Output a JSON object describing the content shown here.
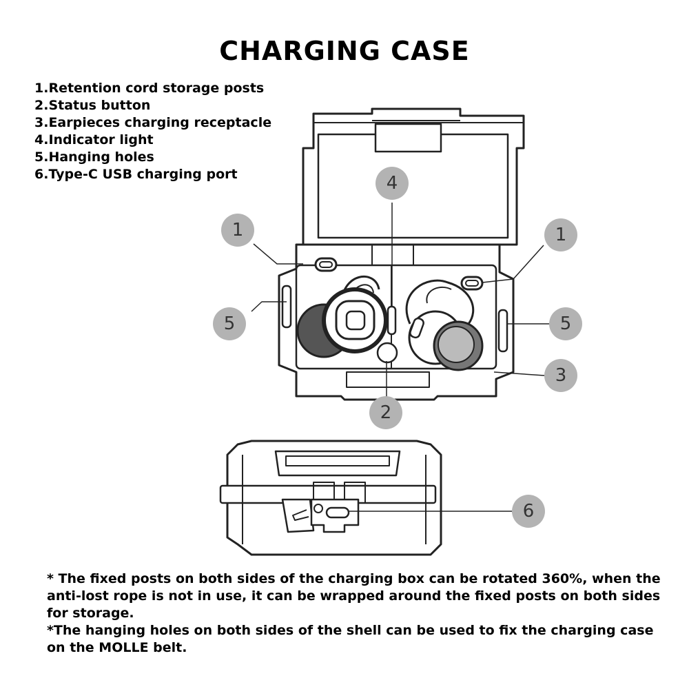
{
  "title": "CHARGING CASE",
  "legend": [
    "1.Retention cord storage posts",
    "2.Status button",
    "3.Earpieces charging receptacle",
    "4.Indicator light",
    "5.Hanging holes",
    "6.Type-C USB charging port"
  ],
  "callouts": [
    "1",
    "1",
    "2",
    "3",
    "4",
    "5",
    "5",
    "6"
  ],
  "notes": [
    "* The fixed posts on both sides of the charging box can be rotated 360%, when the anti-lost rope is not in use, it can be wrapped around the fixed posts on both sides for storage.",
    "*The hanging holes on both sides of the shell can be used to fix the charging case on the MOLLE belt."
  ],
  "colors": {
    "callout_fill": "#b3b3b3",
    "line": "#222222",
    "text": "#000000"
  }
}
